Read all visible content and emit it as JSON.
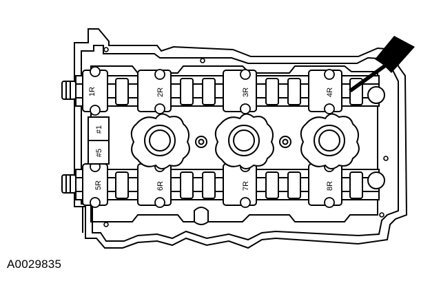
{
  "figure": {
    "reference_id": "A0029835",
    "cam_labels": {
      "left_top": "1R",
      "left_bottom": "5R",
      "front_1": "#1",
      "front_5": "#5",
      "top_2": "2R",
      "top_3": "3R",
      "top_4": "4R",
      "bottom_6": "6R",
      "bottom_7": "7R",
      "bottom_8": "8R"
    }
  }
}
